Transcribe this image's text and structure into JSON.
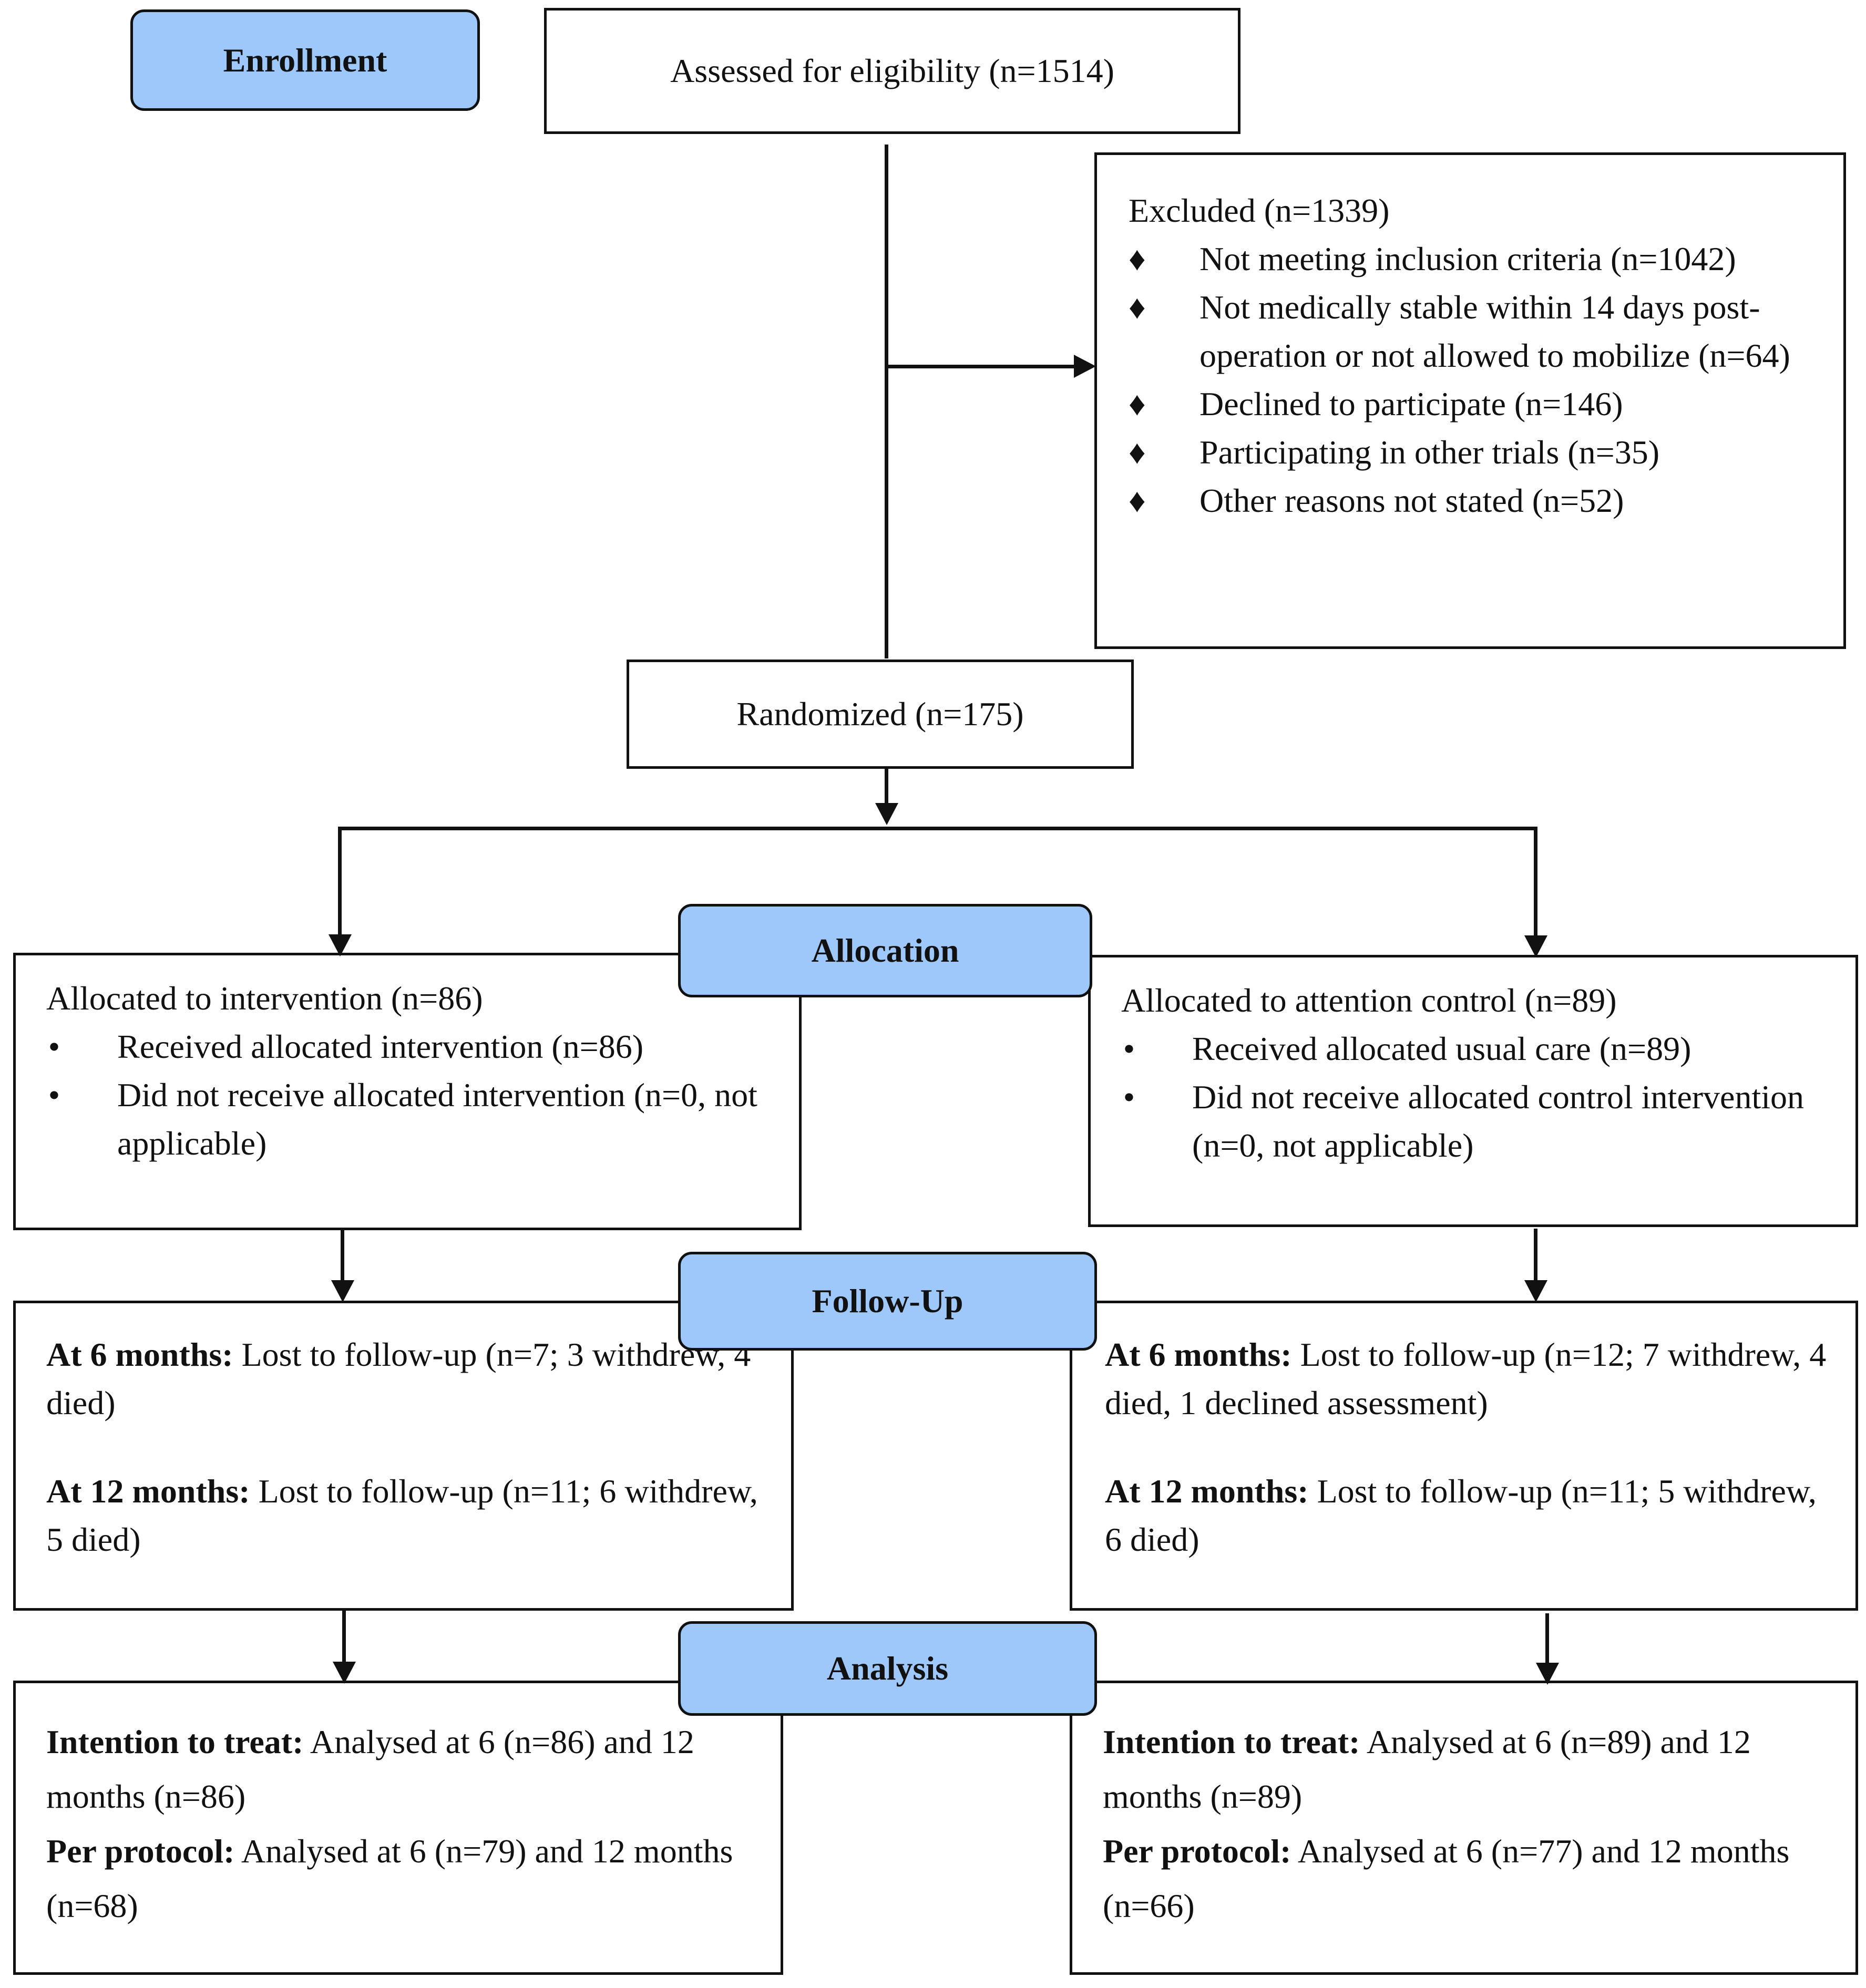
{
  "stages": {
    "enrollment": "Enrollment",
    "allocation": "Allocation",
    "follow_up": "Follow-Up",
    "analysis": "Analysis"
  },
  "assessed": "Assessed for eligibility (n=1514)",
  "excluded": {
    "title": "Excluded (n=1339)",
    "items": [
      "Not meeting inclusion criteria (n=1042)",
      "Not medically stable within 14 days post-operation or not allowed to mobilize (n=64)",
      "Declined to participate (n=146)",
      "Participating in other trials (n=35)",
      "Other reasons not stated (n=52)"
    ]
  },
  "randomized": "Randomized (n=175)",
  "allocation_left": {
    "title": "Allocated to intervention (n=86)",
    "items": [
      "Received allocated intervention (n=86)",
      "Did not receive allocated intervention (n=0, not applicable)"
    ]
  },
  "allocation_right": {
    "title": "Allocated to attention control (n=89)",
    "items": [
      "Received allocated usual care (n=89)",
      "Did not receive allocated control intervention (n=0, not applicable)"
    ]
  },
  "followup_left": {
    "m6_label": "At 6 months:",
    "m6_text": "Lost to follow-up (n=7; 3 withdrew, 4 died)",
    "m12_label": "At 12 months:",
    "m12_text": "Lost to follow-up (n=11; 6 withdrew, 5 died)"
  },
  "followup_right": {
    "m6_label": "At 6 months:",
    "m6_text": "Lost to follow-up (n=12; 7 withdrew, 4 died, 1 declined assessment)",
    "m12_label": "At 12 months:",
    "m12_text": "Lost to follow-up (n=11; 5 withdrew, 6 died)"
  },
  "analysis_left": {
    "itt_label": "Intention to treat:",
    "itt_text": "Analysed at 6 (n=86) and 12 months (n=86)",
    "pp_label": "Per protocol:",
    "pp_text": "Analysed at 6 (n=79) and 12 months (n=68)"
  },
  "analysis_right": {
    "itt_label": "Intention to treat:",
    "itt_text": "Analysed at 6 (n=89) and 12 months (n=89)",
    "pp_label": "Per protocol:",
    "pp_text": "Analysed at 6 (n=77) and 12 months (n=66)"
  },
  "colors": {
    "stage_fill": "#9ec7fa",
    "stroke": "#111111"
  },
  "icons": {
    "excluded_bullet": "diamond-bullet-icon",
    "allocation_bullet": "round-bullet-icon"
  }
}
